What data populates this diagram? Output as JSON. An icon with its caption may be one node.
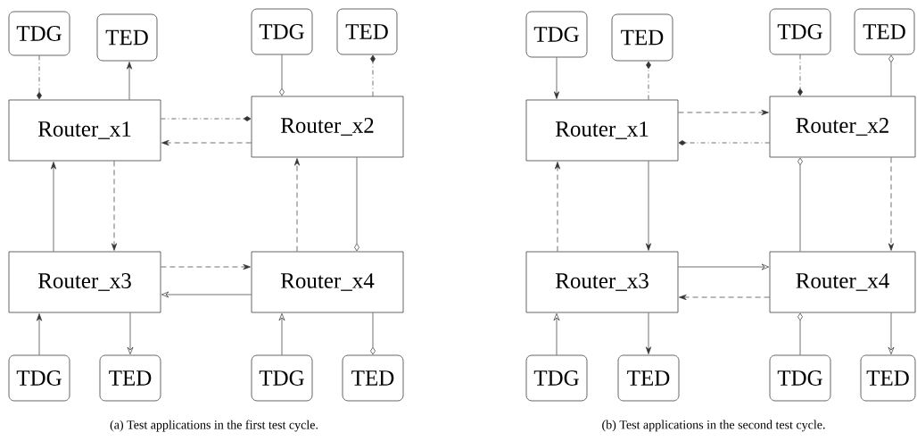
{
  "diagram": {
    "nodes": [
      {
        "text": [
          "TDG"
        ]
      },
      {
        "text": [
          "TED"
        ]
      },
      {
        "text": [
          "TDG"
        ]
      },
      {
        "text": [
          "TED"
        ]
      },
      {
        "text": [
          "Router_x1"
        ]
      },
      {
        "text": [
          "Router_x2"
        ]
      },
      {
        "text": [
          "Router_x3"
        ]
      },
      {
        "text": [
          "Router_x4"
        ]
      },
      {
        "text": [
          "TDG"
        ]
      },
      {
        "text": [
          "TED"
        ]
      },
      {
        "text": [
          "TDG"
        ]
      },
      {
        "text": [
          "TED"
        ]
      },
      {
        "text": [
          "TDG"
        ]
      },
      {
        "text": [
          "TED"
        ]
      },
      {
        "text": [
          "TDG"
        ]
      },
      {
        "text": [
          "TED"
        ]
      },
      {
        "text": [
          "Router_x1"
        ]
      },
      {
        "text": [
          "Router_x2"
        ]
      },
      {
        "text": [
          "Router_x3"
        ]
      },
      {
        "text": [
          "Router_x4"
        ]
      },
      {
        "text": [
          "TDG"
        ]
      },
      {
        "text": [
          "TED"
        ]
      },
      {
        "text": [
          "TDG"
        ]
      },
      {
        "text": [
          "TED"
        ]
      }
    ],
    "edges": [
      {
        "from": 0,
        "to": 4,
        "arrow": "other",
        "style": "dashed"
      },
      {
        "from": 4,
        "to": 1,
        "arrow": "to"
      },
      {
        "from": 2,
        "to": 5,
        "arrow": "other"
      },
      {
        "from": 5,
        "to": 3,
        "arrow": "other",
        "style": "dashed"
      },
      {
        "from": 4,
        "to": 5,
        "arrow": "other",
        "style": "dashed"
      },
      {
        "from": 5,
        "to": 4,
        "arrow": "to",
        "style": "dashed"
      },
      {
        "from": 6,
        "to": 4,
        "arrow": "to"
      },
      {
        "from": 4,
        "to": 6,
        "arrow": "to",
        "style": "dashed"
      },
      {
        "from": 7,
        "to": 5,
        "arrow": "to",
        "style": "dashed"
      },
      {
        "from": 5,
        "to": 7,
        "arrow": "other"
      },
      {
        "from": 6,
        "to": 7,
        "arrow": "to",
        "style": "dashed"
      },
      {
        "from": 7,
        "to": 6,
        "arrow": "to"
      },
      {
        "from": 8,
        "to": 6,
        "arrow": "to"
      },
      {
        "from": 6,
        "to": 9,
        "arrow": "to"
      },
      {
        "from": 10,
        "to": 7,
        "arrow": "to"
      },
      {
        "from": 7,
        "to": 11,
        "arrow": "other"
      },
      {
        "from": 12,
        "to": 16,
        "arrow": "to"
      },
      {
        "from": 16,
        "to": 13,
        "arrow": "other",
        "style": "dashed"
      },
      {
        "from": 14,
        "to": 17,
        "arrow": "other",
        "style": "dashed"
      },
      {
        "from": 17,
        "to": 15,
        "arrow": "other"
      },
      {
        "from": 16,
        "to": 17,
        "arrow": "to",
        "style": "dashed"
      },
      {
        "from": 17,
        "to": 16,
        "arrow": "other",
        "style": "dashed"
      },
      {
        "from": 18,
        "to": 16,
        "arrow": "to",
        "style": "dashed"
      },
      {
        "from": 16,
        "to": 18,
        "arrow": "to"
      },
      {
        "from": 19,
        "to": 17,
        "arrow": "other"
      },
      {
        "from": 17,
        "to": 19,
        "arrow": "to",
        "style": "dashed"
      },
      {
        "from": 18,
        "to": 19,
        "arrow": "to"
      },
      {
        "from": 19,
        "to": 18,
        "arrow": "to",
        "style": "dashed"
      },
      {
        "from": 20,
        "to": 18,
        "arrow": "to"
      },
      {
        "from": 18,
        "to": 21,
        "arrow": "to"
      },
      {
        "from": 22,
        "to": 19,
        "arrow": "other"
      },
      {
        "from": 19,
        "to": 23,
        "arrow": "to"
      }
    ],
    "labels": [
      "(a) Test applications in the first test cycle.",
      "(b) Test applications in the second test cycle."
    ]
  }
}
